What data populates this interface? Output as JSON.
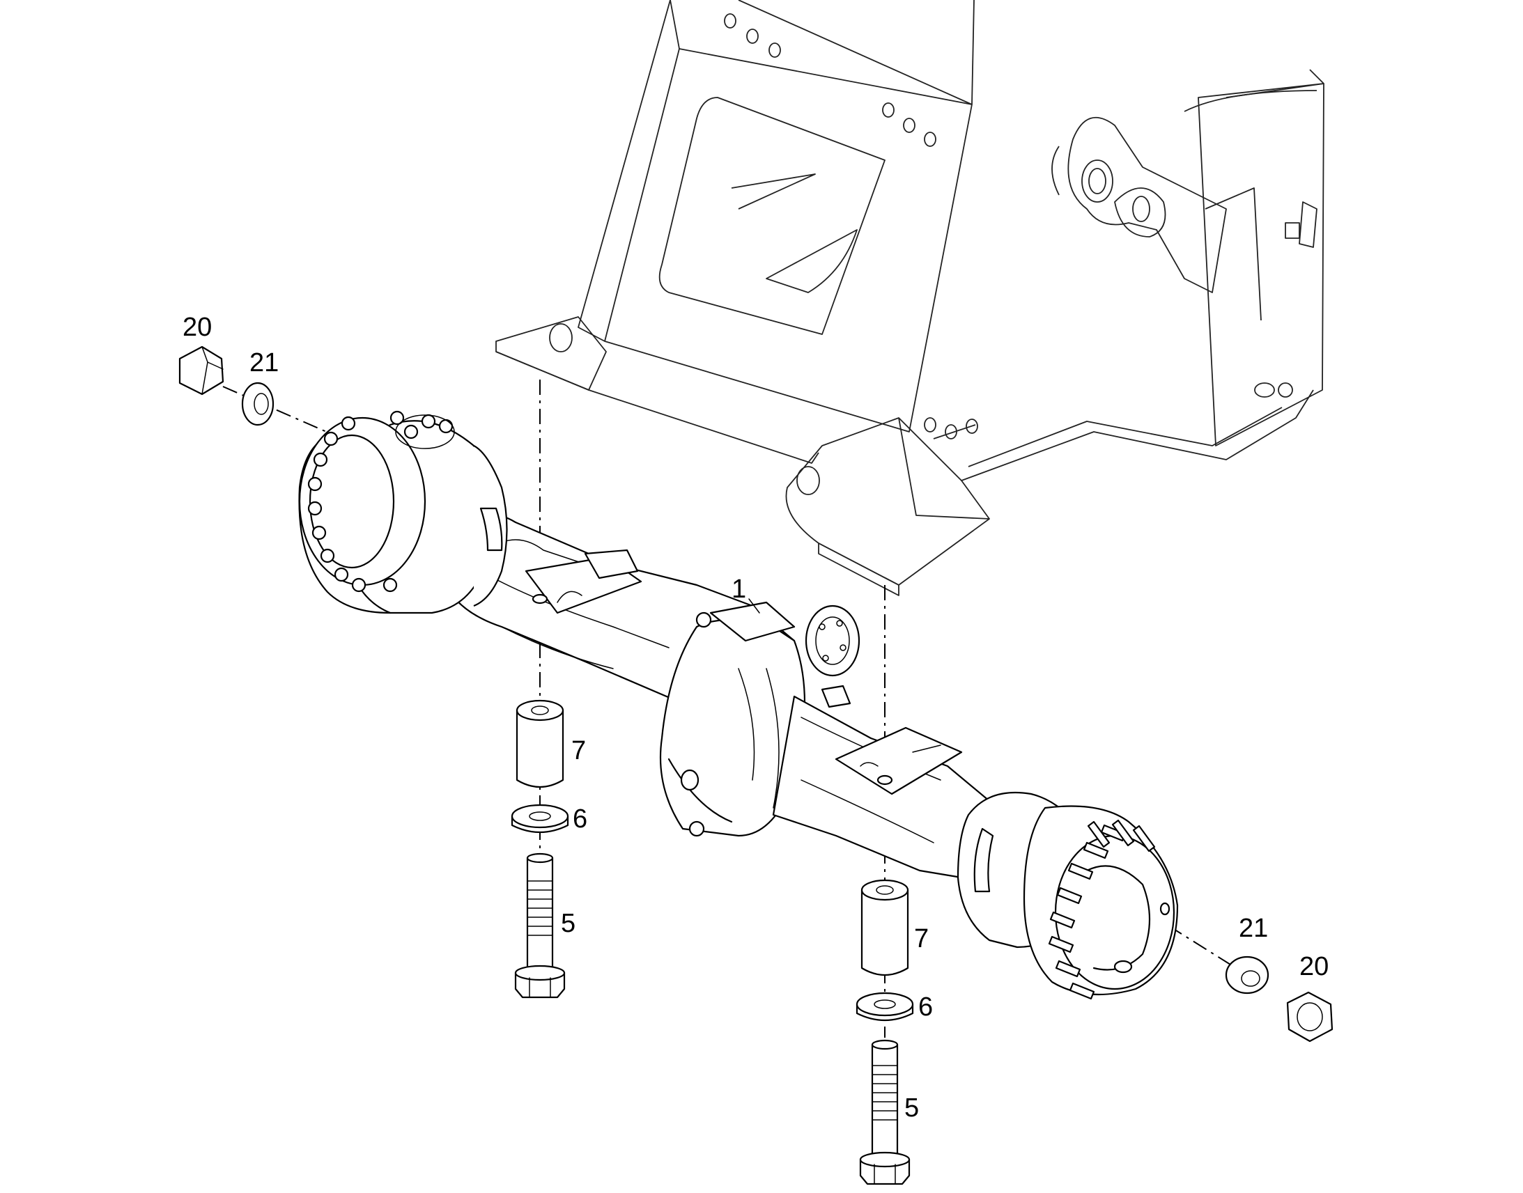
{
  "callouts": {
    "axle": "1",
    "bolt_left": "5",
    "bolt_right": "5",
    "washer_left": "6",
    "washer_right": "6",
    "sleeve_left": "7",
    "sleeve_right": "7",
    "nut_left": "20",
    "nut_right": "20",
    "lockwasher_left": "21",
    "lockwasher_right": "21"
  }
}
